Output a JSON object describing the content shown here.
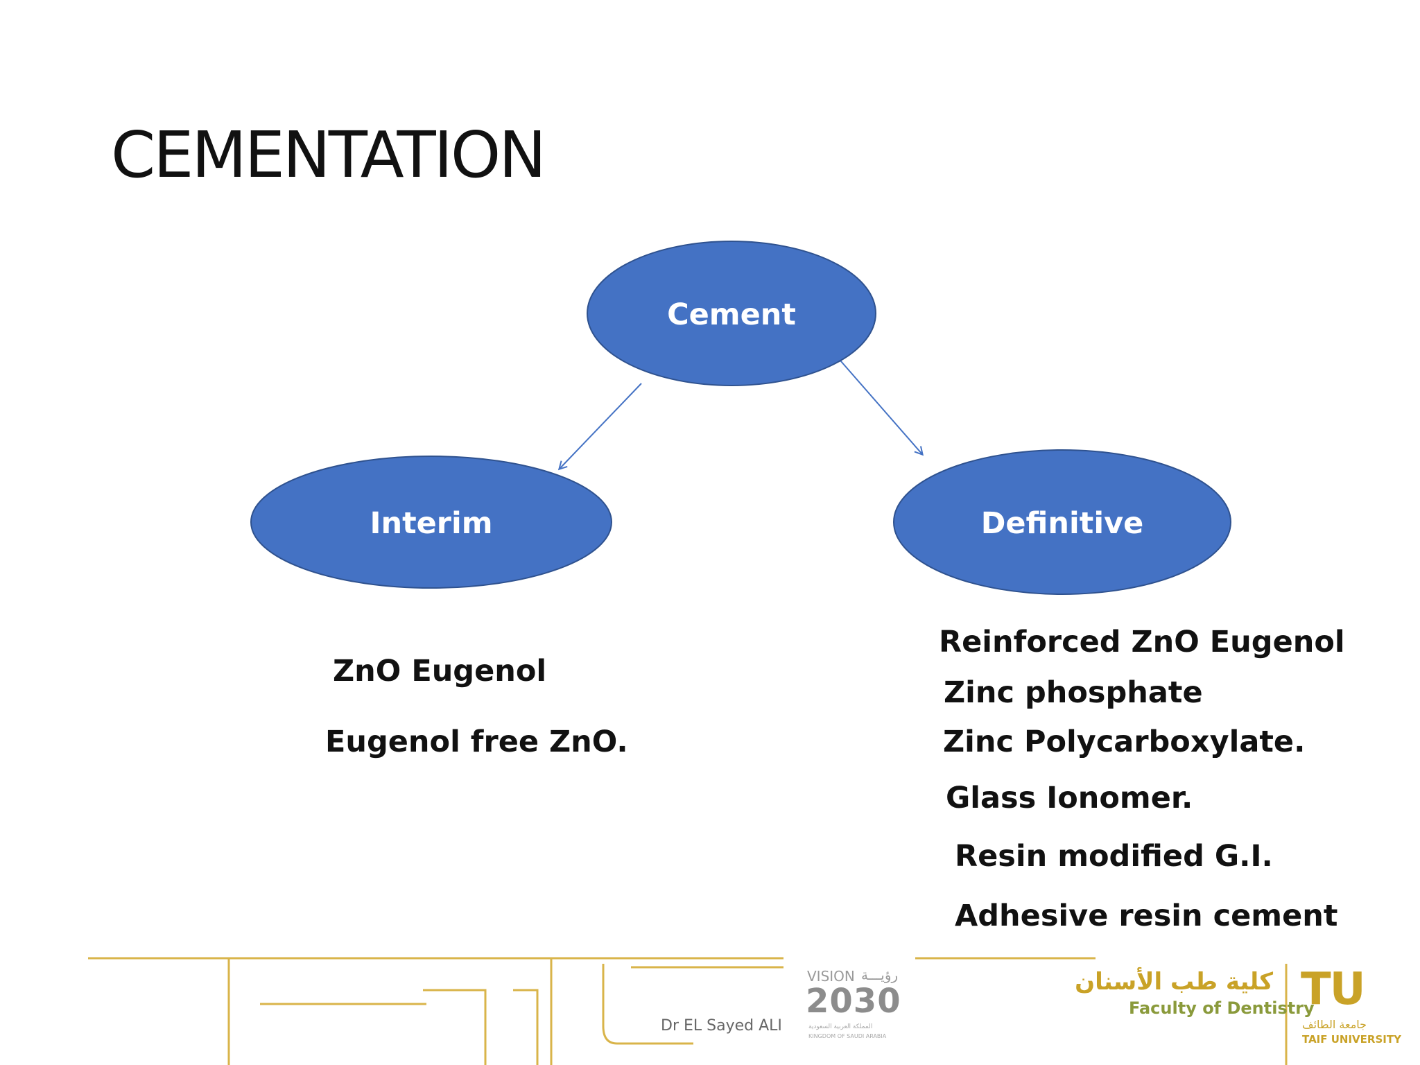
{
  "slide": {
    "title": "CEMENTATION"
  },
  "diagram": {
    "root": "Cement",
    "children": [
      {
        "label": "Interim",
        "items": [
          "ZnO Eugenol",
          "Eugenol  free ZnO."
        ]
      },
      {
        "label": "Definitive",
        "items": [
          "Reinforced ZnO Eugenol",
          "Zinc phosphate",
          "Zinc Polycarboxylate.",
          "Glass Ionomer.",
          "Resin modified G.I.",
          "Adhesive resin cement"
        ]
      }
    ]
  },
  "footer": {
    "author": "Dr EL Sayed ALI",
    "vision_logo": {
      "top": "VISION",
      "arabic_top": "رؤيـــة",
      "year": "2030",
      "arabic_sub": "المملكة العربية السعودية",
      "sub": "KINGDOM OF SAUDI ARABIA"
    },
    "faculty_logo": {
      "arabic": "كلية طب الأسنان",
      "english": "Faculty of Dentistry"
    },
    "university_logo": {
      "mark": "TU",
      "arabic": "جامعة الطائف",
      "english": "TAIF UNIVERSITY"
    }
  },
  "colors": {
    "node_fill": "#4472C4",
    "node_stroke": "#2F528F",
    "arrow": "#4472C4",
    "footer_gold": "#D9B44A",
    "logo_green": "#8A9A3B",
    "logo_gold": "#C9A227"
  }
}
